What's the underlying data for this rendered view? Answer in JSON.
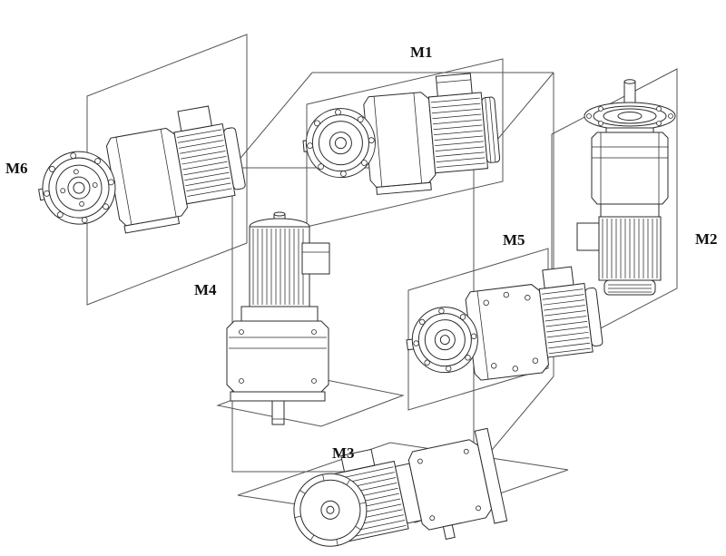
{
  "diagram": {
    "name": "gearmotor-mounting-positions",
    "labels": {
      "m1": "M1",
      "m2": "M2",
      "m3": "M3",
      "m4": "M4",
      "m5": "M5",
      "m6": "M6"
    },
    "colors": {
      "line": "#2b2b2b",
      "plane_line": "#555555",
      "background": "#ffffff"
    }
  }
}
